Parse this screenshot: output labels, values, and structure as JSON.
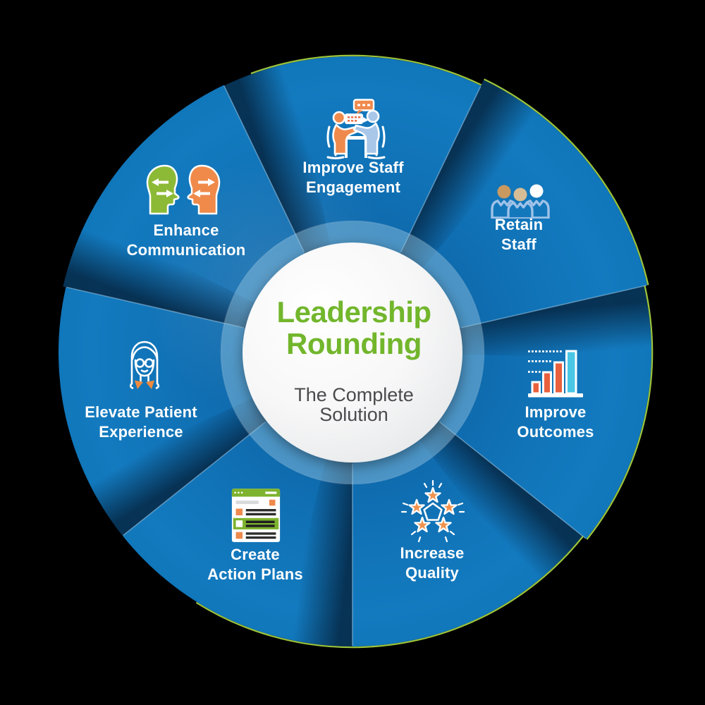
{
  "background_color": "#000000",
  "wheel": {
    "center": {
      "title_line1": "Leadership",
      "title_line2": "Rounding",
      "title_color": "#72b62c",
      "subtitle_line1": "The Complete",
      "subtitle_line2": "Solution",
      "subtitle_color": "#4b4b4d"
    },
    "colors": {
      "segment_blue": "#1277bb",
      "outer_rim_green": "#9dc53c",
      "center_ring_blue": "#4f9ccb",
      "accent_orange": "#ef8a4d",
      "accent_orange_red": "#e8603c",
      "accent_cyan": "#4ac7e5",
      "accent_green": "#8cba37",
      "accent_light_blue": "#a9c7e8",
      "head_tan": "#c9995f",
      "head_beige": "#d6bd95"
    },
    "segments": [
      {
        "line1": "Improve Staff",
        "line2": "Engagement",
        "icon": "meeting-discussion-icon"
      },
      {
        "line1": "Retain",
        "line2": "Staff",
        "icon": "staff-group-icon"
      },
      {
        "line1": "Improve",
        "line2": "Outcomes",
        "icon": "bar-chart-icon"
      },
      {
        "line1": "Increase",
        "line2": "Quality",
        "icon": "five-stars-icon"
      },
      {
        "line1": "Create",
        "line2": "Action Plans",
        "icon": "action-plan-checklist-icon"
      },
      {
        "line1": "Elevate Patient",
        "line2": "Experience",
        "icon": "patient-face-icon"
      },
      {
        "line1": "Enhance",
        "line2": "Communication",
        "icon": "talking-heads-icon"
      }
    ]
  }
}
